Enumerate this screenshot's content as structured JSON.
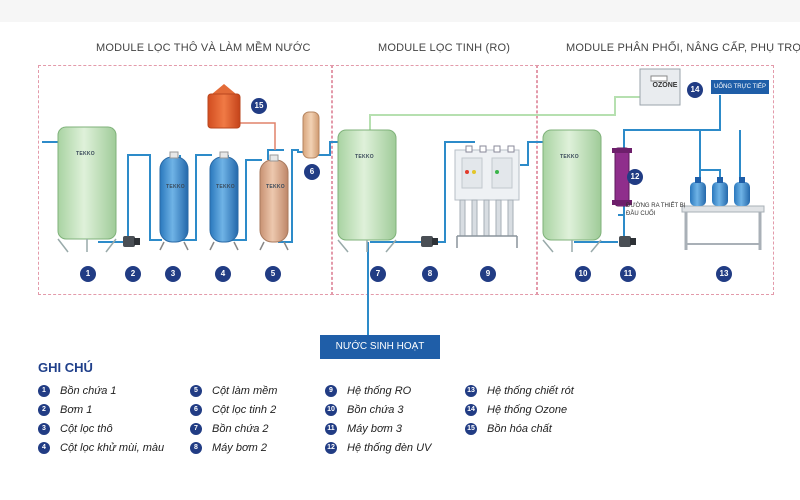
{
  "modules": [
    {
      "title": "MODULE LỌC THÔ VÀ LÀM MỀM NƯỚC"
    },
    {
      "title": "MODULE LỌC TINH (RO)"
    },
    {
      "title": "MODULE PHÂN PHỐI, NÂNG CẤP, PHỤ TRỢ"
    }
  ],
  "brand": "TEKKO",
  "ozone_label": "OZONE",
  "direct_use_label": "UỐNG TRỰC TIẾP",
  "exit_label": "ĐƯỜNG RA THIẾT BỊ ĐẦU CUỐI",
  "domestic_water_label": "NƯỚC SINH HOẠT",
  "diagram_numbers": [
    "1",
    "2",
    "3",
    "4",
    "5",
    "6",
    "7",
    "8",
    "9",
    "10",
    "11",
    "12",
    "13",
    "14",
    "15"
  ],
  "legend": {
    "title": "GHI CHÚ",
    "items": [
      {
        "num": "1",
        "label": "Bồn chứa 1"
      },
      {
        "num": "2",
        "label": "Bơm 1"
      },
      {
        "num": "3",
        "label": "Cột lọc thô"
      },
      {
        "num": "4",
        "label": "Cột lọc khử mùi, màu"
      },
      {
        "num": "5",
        "label": "Cột làm mềm"
      },
      {
        "num": "6",
        "label": "Cột lọc tinh 2"
      },
      {
        "num": "7",
        "label": "Bồn chứa 2"
      },
      {
        "num": "8",
        "label": "Máy bơm 2"
      },
      {
        "num": "9",
        "label": "Hệ thống RO"
      },
      {
        "num": "10",
        "label": "Bồn chứa 3"
      },
      {
        "num": "11",
        "label": "Máy bơm 3"
      },
      {
        "num": "12",
        "label": "Hệ thống đèn UV"
      },
      {
        "num": "13",
        "label": "Hệ thống chiết rót"
      },
      {
        "num": "14",
        "label": "Hệ thống Ozone"
      },
      {
        "num": "15",
        "label": "Bồn hóa chất"
      }
    ]
  },
  "colors": {
    "pipe": "#2d8bc9",
    "ozone_pipe": "#b6e0b0",
    "tank_green": "#c6e6c0",
    "filter_blue": "#3f8fd0",
    "softener_tan": "#d9a98a",
    "chemical_tank": "#e05a2a",
    "badge": "#213c84",
    "label_blue": "#1f5ea8",
    "dash_border": "#e39aaa"
  }
}
